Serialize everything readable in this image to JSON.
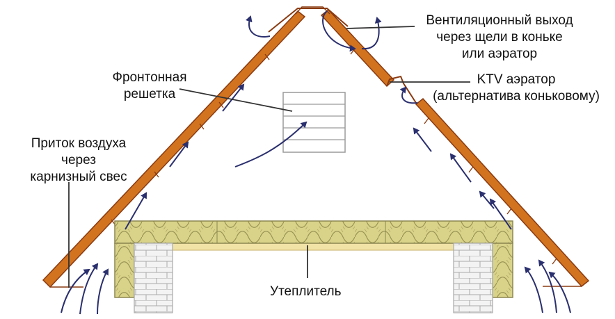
{
  "labels": {
    "vent_exit": [
      "Вентиляционный выход",
      "через щели в коньке",
      "или аэратор"
    ],
    "gable_grille": [
      "Фронтонная",
      "решетка"
    ],
    "ktv_aerator": [
      "KTV аэратор",
      "(альтернатива коньковому)"
    ],
    "air_inflow": [
      "Приток воздуха",
      "через",
      "карнизный свес"
    ],
    "insulation": "Утеплитель"
  },
  "colors": {
    "roof_fill": "#d2731f",
    "roof_stroke": "#8a3a10",
    "airflow_arrow": "#2a2f6e",
    "insulation_fill": "#d9d38a",
    "insulation_stroke": "#8c8650",
    "brick_fill": "#f3f3f3",
    "brick_stroke": "#a9a9a9",
    "board_fill": "#f1e2a6",
    "leader_line": "#333333"
  }
}
